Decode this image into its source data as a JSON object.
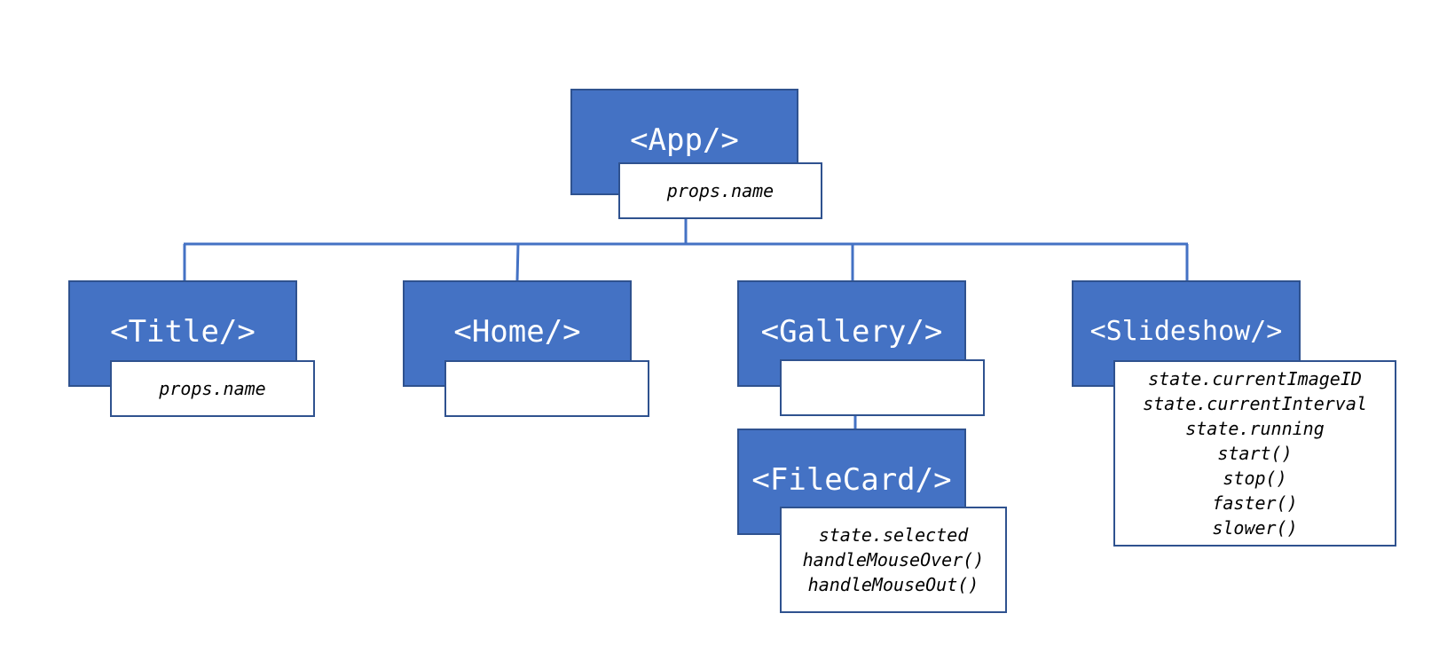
{
  "colors": {
    "component_fill": "#4472c4",
    "component_border": "#2f528f",
    "connector": "#4472c4",
    "info_border": "#2f528f"
  },
  "app": {
    "name": "<App/>",
    "members": [
      "props.name"
    ]
  },
  "title": {
    "name": "<Title/>",
    "members": [
      "props.name"
    ]
  },
  "home": {
    "name": "<Home/>",
    "members": []
  },
  "gallery": {
    "name": "<Gallery/>",
    "members": []
  },
  "slideshow": {
    "name": "<Slideshow/>",
    "members": [
      "state.currentImageID",
      "state.currentInterval",
      "state.running",
      "start()",
      "stop()",
      "faster()",
      "slower()"
    ]
  },
  "filecard": {
    "name": "<FileCard/>",
    "members": [
      "state.selected",
      "handleMouseOver()",
      "handleMouseOut()"
    ]
  }
}
